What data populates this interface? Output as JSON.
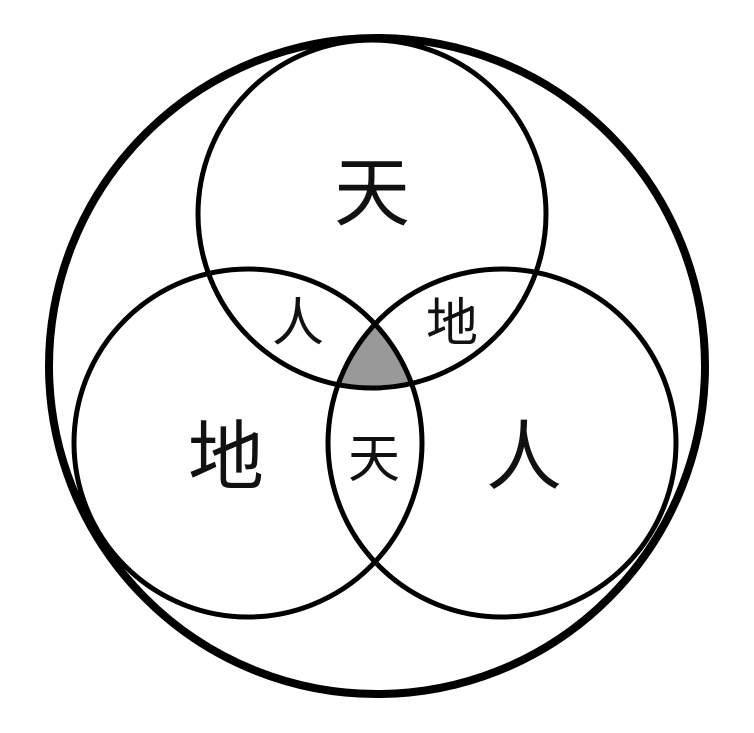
{
  "diagram": {
    "labels": {
      "top": "天",
      "left": "地",
      "right": "人",
      "top_left_overlap": "人",
      "top_right_overlap": "地",
      "bottom_overlap": "天"
    },
    "colors": {
      "stroke": "#000000",
      "center_fill": "#999999",
      "background": "#ffffff"
    }
  }
}
